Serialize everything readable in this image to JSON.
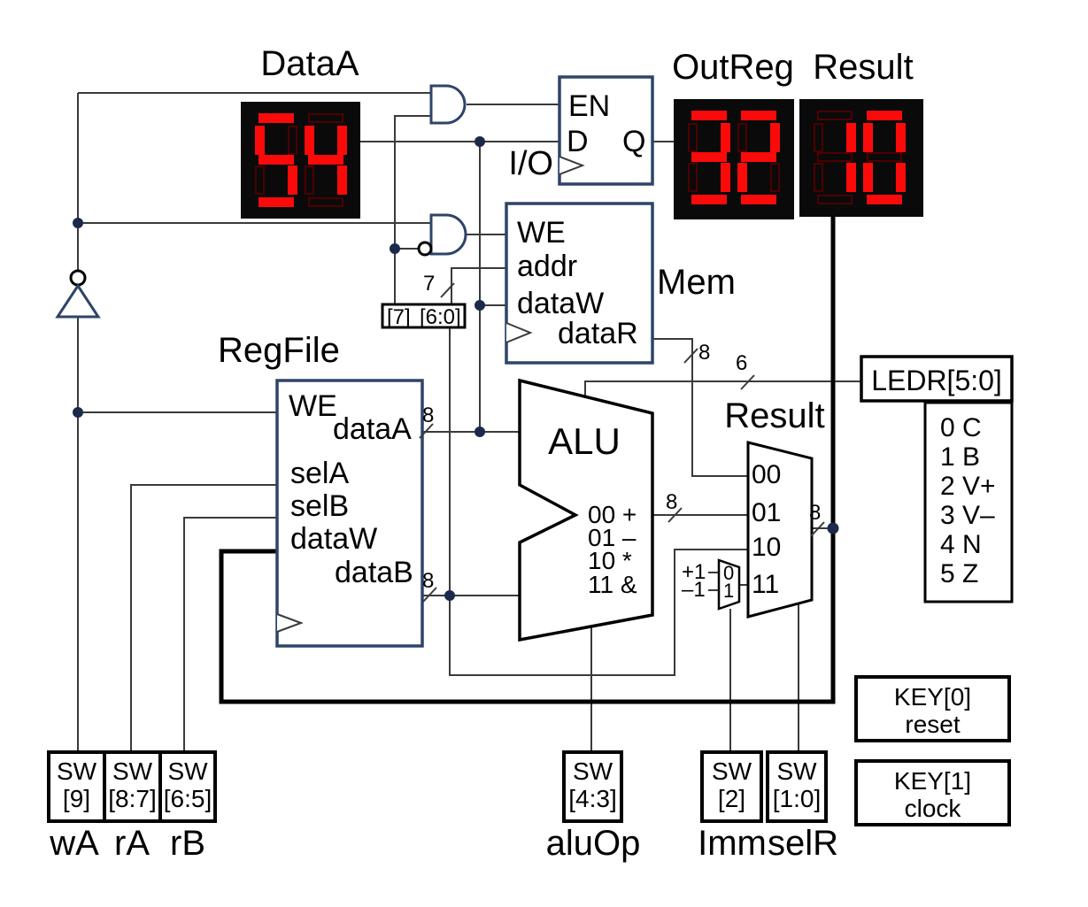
{
  "colors": {
    "wire": "#3a3a3a",
    "box_navy": "#2e4468",
    "display_bg": "#0a0a0a",
    "segment_on": "#fb0a0a",
    "segment_off": "#4d0000",
    "junction_dot": "#1b2a4a"
  },
  "labels": {
    "io": "I/O",
    "mem": "Mem",
    "regfile": "RegFile",
    "alu": "ALU",
    "result_mux": "Result"
  },
  "displays": [
    {
      "label": "DataA",
      "digits": "54"
    },
    {
      "label": "OutReg",
      "digits": "32"
    },
    {
      "label": "Result",
      "digits": "10"
    }
  ],
  "io_register": {
    "en": "EN",
    "d": "D",
    "q": "Q"
  },
  "mem_ports": {
    "we": "WE",
    "addr": "addr",
    "dataw": "dataW",
    "datar": "dataR"
  },
  "regfile_ports": {
    "we": "WE",
    "dataa": "dataA",
    "sela": "selA",
    "selb": "selB",
    "dataw": "dataW",
    "datab": "dataB"
  },
  "alu_ops": [
    "00 +",
    "01 –",
    "10 *",
    "11 &"
  ],
  "result_mux_inputs": [
    "00",
    "01",
    "10",
    "11"
  ],
  "imm_mux": {
    "input_top": "+1",
    "input_bottom": "–1",
    "option_top": "0",
    "option_bottom": "1"
  },
  "splitter": {
    "msb": "[7]",
    "lsb": "[6:0]"
  },
  "ledr": {
    "label": "LEDR[5:0]",
    "legend": [
      "0 C",
      "1 B",
      "2 V+",
      "3 V–",
      "4 N",
      "5 Z"
    ]
  },
  "keys": [
    {
      "label": "KEY[0]",
      "function": "reset"
    },
    {
      "label": "KEY[1]",
      "function": "clock"
    }
  ],
  "switches": [
    {
      "name": "SW",
      "range": "[9]",
      "signal": "wA"
    },
    {
      "name": "SW",
      "range": "[8:7]",
      "signal": "rA"
    },
    {
      "name": "SW",
      "range": "[6:5]",
      "signal": "rB"
    },
    {
      "name": "SW",
      "range": "[4:3]",
      "signal": "aluOp"
    },
    {
      "name": "SW",
      "range": "[2]",
      "signal": "Imm"
    },
    {
      "name": "SW",
      "range": "[1:0]",
      "signal": "selR"
    }
  ],
  "bus_widths": {
    "mem_addr": "7",
    "regfile_dataa": "8",
    "regfile_datab": "8",
    "mem_datar": "8",
    "alu_out": "8",
    "result_out": "8",
    "alu_flags": "6"
  }
}
